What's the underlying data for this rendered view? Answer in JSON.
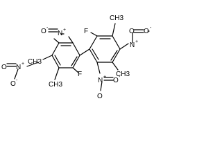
{
  "molecule": {
    "atom_labels": {
      "f_top": "F",
      "f_bottom": "F",
      "me_top_right": "CH3",
      "me_right": "CH3",
      "me_left_top": "CH3",
      "me_left_bottom": "CH3"
    },
    "nitro": {
      "o_left": "O",
      "n": "N",
      "n_charge": "+",
      "o_right": "O",
      "o_charge": "-",
      "n_plus_o": "N+",
      "o_minus": "O-"
    }
  },
  "colors": {
    "ink": "#000000",
    "background": "#ffffff"
  }
}
